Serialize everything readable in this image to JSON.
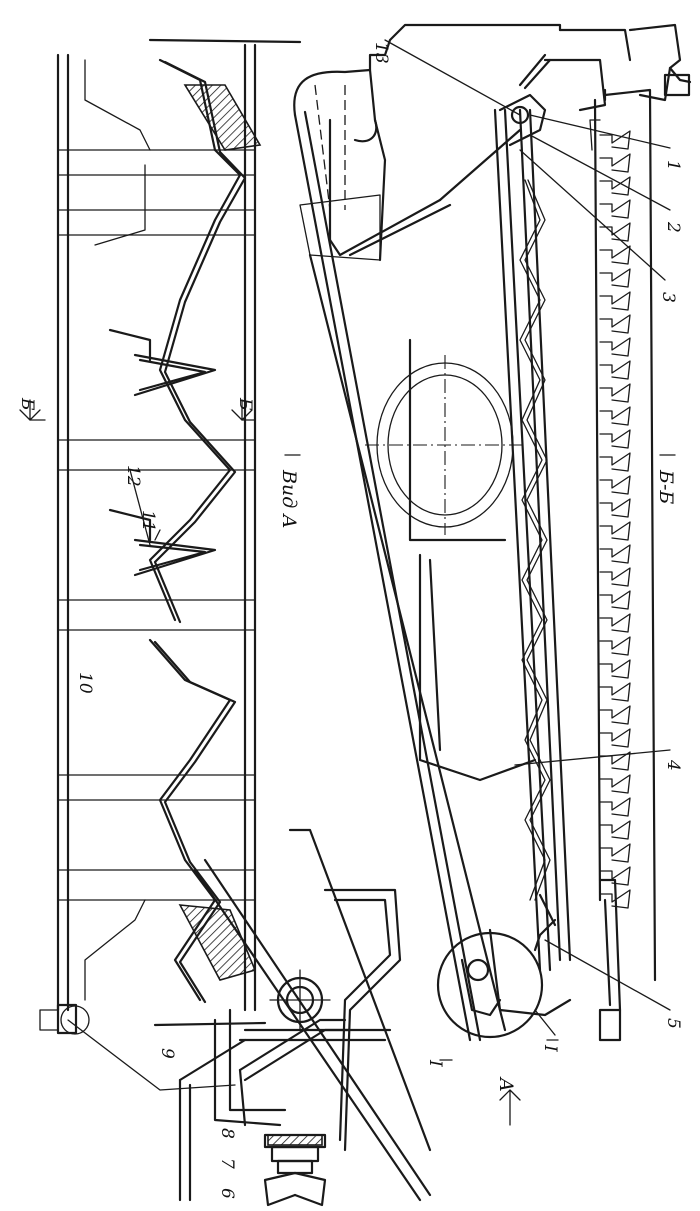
{
  "labels": {
    "l1": "1",
    "l2": "2",
    "l3": "3",
    "l4": "4",
    "l5": "5",
    "l6": "6",
    "l7": "7",
    "l8": "8",
    "l9": "9",
    "l10": "10",
    "l11": "11",
    "l12": "12",
    "l13": "13",
    "detail_I_top": "I",
    "detail_I_bottom": "I",
    "arrow_A": "A",
    "section_B_top": "Б",
    "section_B_bottom": "Б",
    "view_A": "Вид А",
    "section_BB": "Б-Б"
  }
}
